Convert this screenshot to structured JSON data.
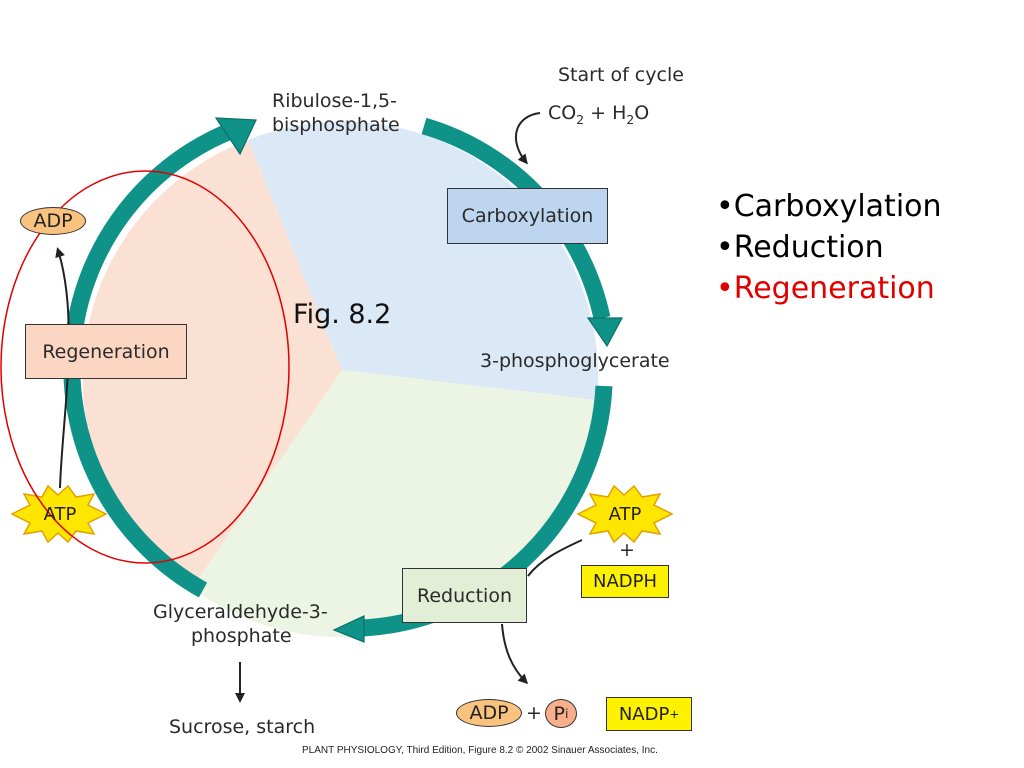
{
  "labels": {
    "start_of_cycle": "Start of cycle",
    "co2_water": {
      "pre": "CO",
      "sub1": "2",
      "mid": " + H",
      "sub2": "2",
      "post": "O"
    },
    "rubp_line1": "Ribulose-1,5-",
    "rubp_line2": "bisphosphate",
    "pga": "3-phosphoglycerate",
    "g3p_line1": "Glyceraldehyde-3-",
    "g3p_line2": "phosphate",
    "sucrose": "Sucrose, starch",
    "fig": "Fig. 8.2",
    "plus": "+"
  },
  "phases": {
    "carboxylation": "Carboxylation",
    "reduction": "Reduction",
    "regeneration": "Regeneration"
  },
  "cofactors": {
    "adp": "ADP",
    "atp": "ATP",
    "nadph": "NADPH",
    "nadp": {
      "base": "NADP",
      "sup": "+"
    },
    "pi": {
      "base": "P",
      "sub": "i"
    }
  },
  "bullets": [
    {
      "text": "•Carboxylation",
      "color": "#000000"
    },
    {
      "text": "•Reduction",
      "color": "#000000"
    },
    {
      "text": "•Regeneration",
      "color": "#e00000"
    }
  ],
  "credit": {
    "book": "PLANT PHYSIOLOGY",
    "rest": ", Third Edition, Figure 8.2  © 2002 Sinauer Associates, Inc."
  },
  "colors": {
    "arrow_teal": "#0f9288",
    "sector_blue": "#dbe8f6",
    "sector_green": "#ecf4e3",
    "sector_peach": "#fbe1d3",
    "box_blue": "#bdd5ee",
    "box_green": "#e2efd6",
    "box_peach": "#fbd6c3",
    "highlight_red": "#e00000",
    "cofactor_orange": "#f9c27e",
    "cofactor_yellow": "#fff200"
  }
}
